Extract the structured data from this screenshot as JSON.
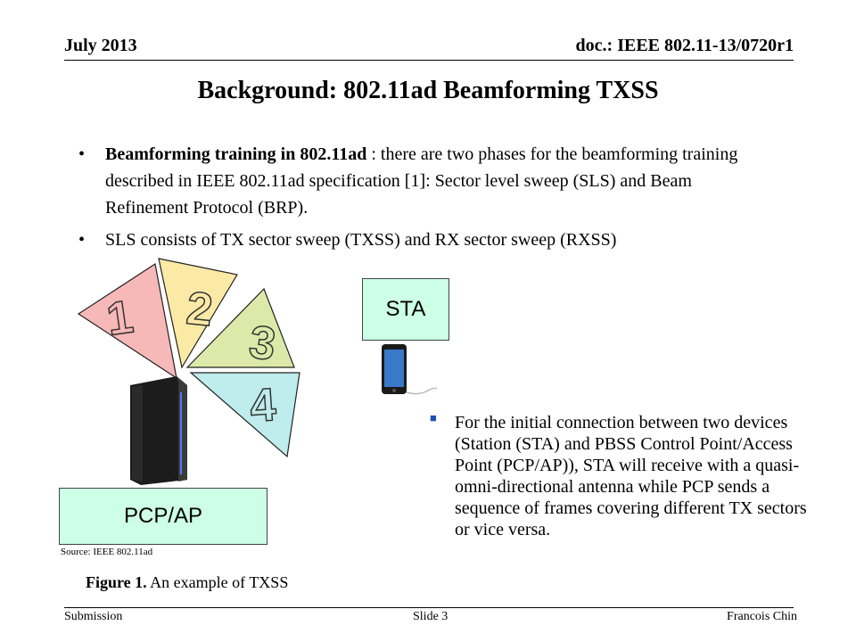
{
  "header": {
    "date": "July 2013",
    "doc": "doc.: IEEE 802.11-13/0720r1"
  },
  "title": "Background: 802.11ad Beamforming TXSS",
  "bullets": [
    {
      "bold": "Beamforming training in 802.11ad",
      "text": " : there are two phases for the beamforming training described in IEEE 802.11ad specification [1]: Sector level sweep (SLS) and Beam Refinement Protocol (BRP)."
    },
    {
      "bold": "",
      "text": "SLS consists of TX sector sweep (TXSS) and RX sector sweep (RXSS)"
    }
  ],
  "figure": {
    "sectors": [
      "1",
      "2",
      "3",
      "4"
    ],
    "sector_colors": [
      "#f7b8b8",
      "#fbeaa6",
      "#dde9a8",
      "#bfecec"
    ],
    "sta_label": "STA",
    "pcp_label": "PCP/AP",
    "source": "Source: IEEE 802.11ad",
    "caption_bold": "Figure 1.",
    "caption_text": " An example of TXSS"
  },
  "description": "For the initial connection between two devices (Station (STA) and PBSS Control Point/Access Point (PCP/AP)), STA will receive with a quasi-omni-directional antenna while PCP sends a sequence of frames covering different TX sectors or vice versa.",
  "footer": {
    "left": "Submission",
    "middle": "Slide 3",
    "right": "Francois Chin"
  }
}
